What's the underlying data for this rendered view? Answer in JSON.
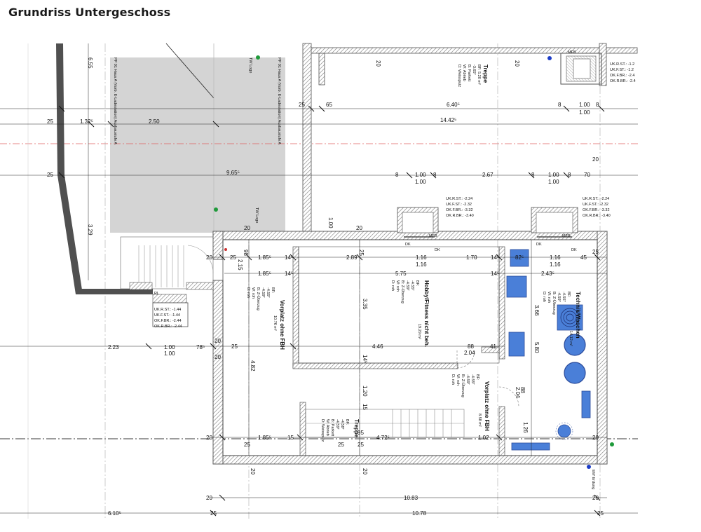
{
  "title": "Grundriss Untergeschoss",
  "labels": {
    "pp_left": "PP 01 Haus A (Vorb. E-Ladestation) Ausbaustufe A",
    "pp_mid": "PP 01 Haus A (Vorb. E-Ladestation) Ausbaustufe A",
    "tw_logo_a": "TW Logo",
    "tw_logo_b": "TW Logo",
    "mw_a": "MFB",
    "mw_b": "MFB",
    "mw_c": "MFB",
    "dk_a": "DK",
    "dk_b": "DK",
    "dk_c": "DK",
    "dk_d": "DK",
    "rl_label": "RL",
    "ew_label": "EW Erdung"
  },
  "rooms": {
    "treppe_top": {
      "name": "Treppe",
      "area": "BF: 5.20 m²",
      "l1": "-3.65ᵀ",
      "l2": "B: Parkett",
      "l3": "W: Abrieb",
      "l4": "D: Weissputz"
    },
    "hobby": {
      "name": "Hobby/Fitness nicht beh.",
      "area": "19.29 m²",
      "l0": "BF:",
      "l1": "-4.55ᵀ",
      "l2": "-4.59ᵀ",
      "l3": "B: Z-Überzug",
      "l4": "W: roh",
      "l5": "D: roh"
    },
    "vorplatz_left": {
      "name": "Vorplatz ohne FBH",
      "area": "10.76 m²",
      "l0": "BF:",
      "l1": "-4.55ᵀ",
      "l2": "-4.59ᵀ",
      "l3": "B: Z-Überzug",
      "l4": "W: roh",
      "l5": "D: roh"
    },
    "technik": {
      "name": "Technik/Waschen",
      "area": "14.12 m²",
      "l0": "BF:",
      "l1": "-4.55ᵀ",
      "l2": "-4.59ᵀ",
      "l3": "B: Z-Überzug",
      "l4": "W: roh",
      "l5": "D: roh"
    },
    "vorplatz_right": {
      "name": "Vorplatz ohne FBH",
      "area": "8.58 m²",
      "l0": "BF:",
      "l1": "-4.55ᵀ",
      "l2": "-4.59ᵀ",
      "l3": "B: Z-Überzug",
      "l4": "W: roh",
      "l5": "D: roh"
    },
    "treppe_bottom": {
      "name": "Treppe",
      "l0": "BF:",
      "l1": "-4.58ᵀ",
      "l2": "-4.59ᵀ",
      "l3": "B: Parkett",
      "l4": "W: Abrieb",
      "l5": "D: Weissputz"
    }
  },
  "levels": {
    "top_right": [
      "UK.R.ST.: -1.2",
      "UK.F.ST.: -1.2",
      "OK.F.BR.: -2.4",
      "OK.R.BR.: -2.4"
    ],
    "mid_a": [
      "UK.R.ST.: -2.24",
      "UK.F.ST.: -2.32",
      "OK.F.BR.: -3.32",
      "OK.R.BR.: -3.40"
    ],
    "mid_b": [
      "UK.R.ST.: -2.24",
      "UK.F.ST.: -2.32",
      "OK.F.BR.: -3.32",
      "OK.R.BR.: -3.40"
    ],
    "left": [
      "UK.R.ST.: -1.44",
      "UK.F.ST.: -1.44",
      "OK.F.BR.: -2.44",
      "OK.R.BR.: -2.44"
    ]
  },
  "dims": {
    "d_655": "6.55",
    "d_20_top1": "20",
    "d_20_top2": "20",
    "d_25_a": "25",
    "d_65": "65",
    "d_6405": "6.40⁵",
    "d_8_a": "8",
    "d_100_a": "1.00",
    "d_8_b": "8",
    "d_14425": "14.42⁵",
    "d_25_b": "25",
    "d_1325": "1.32⁵",
    "d_250": "2.50",
    "d_20_r": "20",
    "d_25_c": "25",
    "d_9655": "9.65⁵",
    "d_8_c": "8",
    "d_100_b": "1.00",
    "d_100_c": "1.00",
    "d_8_d": "8",
    "d_267": "2.67",
    "d_8_e": "8",
    "d_100_d": "1.00",
    "d_100_e": "1.00",
    "d_8_f": "8",
    "d_70": "70",
    "d_329": "3.29",
    "d_100_v": "1.00",
    "d_20_ra": "20",
    "d_20_rb": "20",
    "d_20_l": "20",
    "d_25_l": "25",
    "d_98": "98",
    "d_1855_a": "1.85⁵",
    "d_145_a": "14⁵",
    "d_25_m": "25",
    "d_289": "2.89",
    "d_116_a": "1.16",
    "d_116_b": "1.16",
    "d_170": "1.70",
    "d_145_b": "14⁵",
    "d_825": "82⁵",
    "d_116_c": "1.16",
    "d_116_d": "1.16",
    "d_45": "45",
    "d_25_n": "25",
    "d_215": "2.15",
    "d_1855_b": "1.85⁵",
    "d_145_c": "14⁵",
    "d_575": "5.75",
    "d_145_d": "14⁵",
    "d_2435": "2.43⁵",
    "d_335": "3.35",
    "d_366": "3.66",
    "d_20_p": "20",
    "d_25_p": "25",
    "d_446": "4.46",
    "d_88_a": "88",
    "d_41": "41",
    "d_204_a": "2.04",
    "d_580": "5.80",
    "d_223": "2.23",
    "d_100_f": "1.00",
    "d_100_g": "1.00",
    "d_785": "78⁵",
    "d_20_q": "20",
    "d_145_e": "14⁵",
    "d_482": "4.82",
    "d_120": "1.20",
    "d_88_b": "88",
    "d_204_b": "2.04",
    "d_15_a": "15",
    "d_126": "1.26",
    "d_20_s": "20",
    "d_25_s": "25",
    "d_1855_c": "1.85⁵",
    "d_15_b": "15",
    "d_25_t": "25",
    "d_95": "95",
    "d_25_u": "25",
    "d_4725": "4.72⁵",
    "d_102": "1.02",
    "d_20_u": "20",
    "d_20_v": "20",
    "d_20_w": "20",
    "d_20_x": "20",
    "d_1083": "10.83",
    "d_20_y": "20",
    "d_6105": "6.10⁵",
    "d_25_y": "25",
    "d_1078": "10.78",
    "d_25_z": "25"
  },
  "colors": {
    "wall": "#8a8a8a",
    "wall_dark": "#505050",
    "parking": "#d4d4d4",
    "dashed_red": "#e06060",
    "fixture_blue": "#4a7fd8",
    "fixture_dark": "#2a4a9a",
    "green_dot": "#1f9a3a",
    "blue_dot": "#1b3cc8",
    "grid": "#3a3a3a"
  }
}
